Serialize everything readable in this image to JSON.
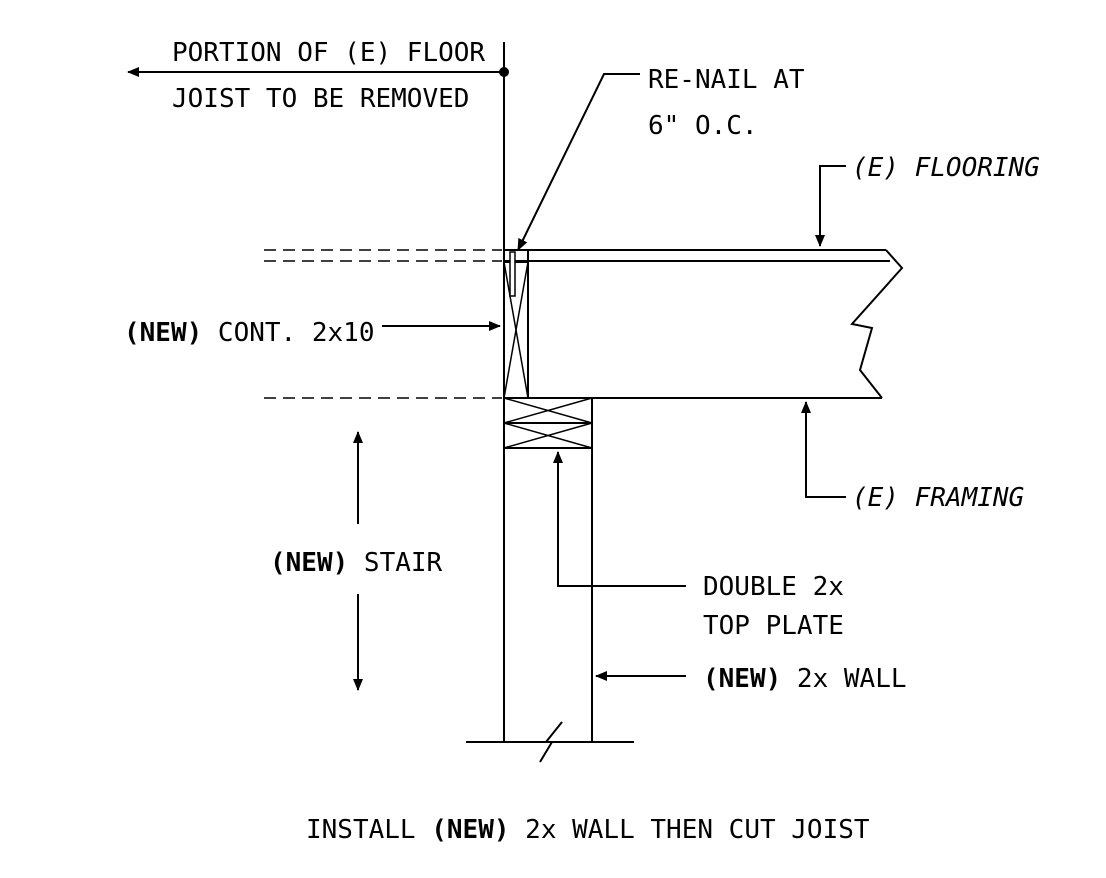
{
  "labels": {
    "portion_line1": "PORTION OF (E) FLOOR",
    "portion_line2": "JOIST TO BE REMOVED",
    "renail_line1": "RE-NAIL AT",
    "renail_line2": "6\" O.C.",
    "flooring": "(E) FLOORING",
    "framing": "(E) FRAMING",
    "new_tag": "(NEW)",
    "cont_2x10": " CONT. 2x10",
    "stair": " STAIR",
    "top_plate_line1": "DOUBLE 2x",
    "top_plate_line2": "TOP PLATE",
    "wall_2x": " 2x WALL",
    "caption_prefix": "INSTALL ",
    "caption_suffix": " 2x WALL THEN CUT JOIST"
  },
  "colors": {
    "line": "#000000",
    "background": "#ffffff"
  }
}
